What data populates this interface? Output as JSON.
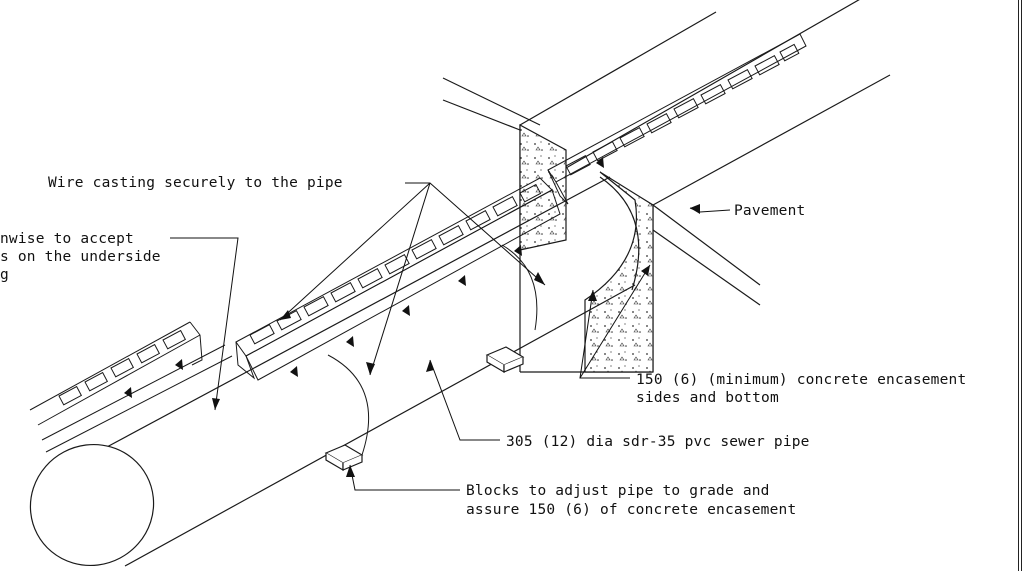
{
  "labels": {
    "wire": "Wire casting securely to the pipe",
    "notch_line1": "nwise to accept",
    "notch_line2": "s on the underside",
    "notch_line3": "g",
    "pavement": "Pavement",
    "encasement_line1": "150 (6) (minimum) concrete encasement",
    "encasement_line2": "sides and bottom",
    "pipe": "305 (12) dia sdr-35 pvc sewer pipe",
    "blocks_line1": "Blocks to adjust pipe to grade and",
    "blocks_line2": "assure 150 (6) of concrete encasement"
  }
}
